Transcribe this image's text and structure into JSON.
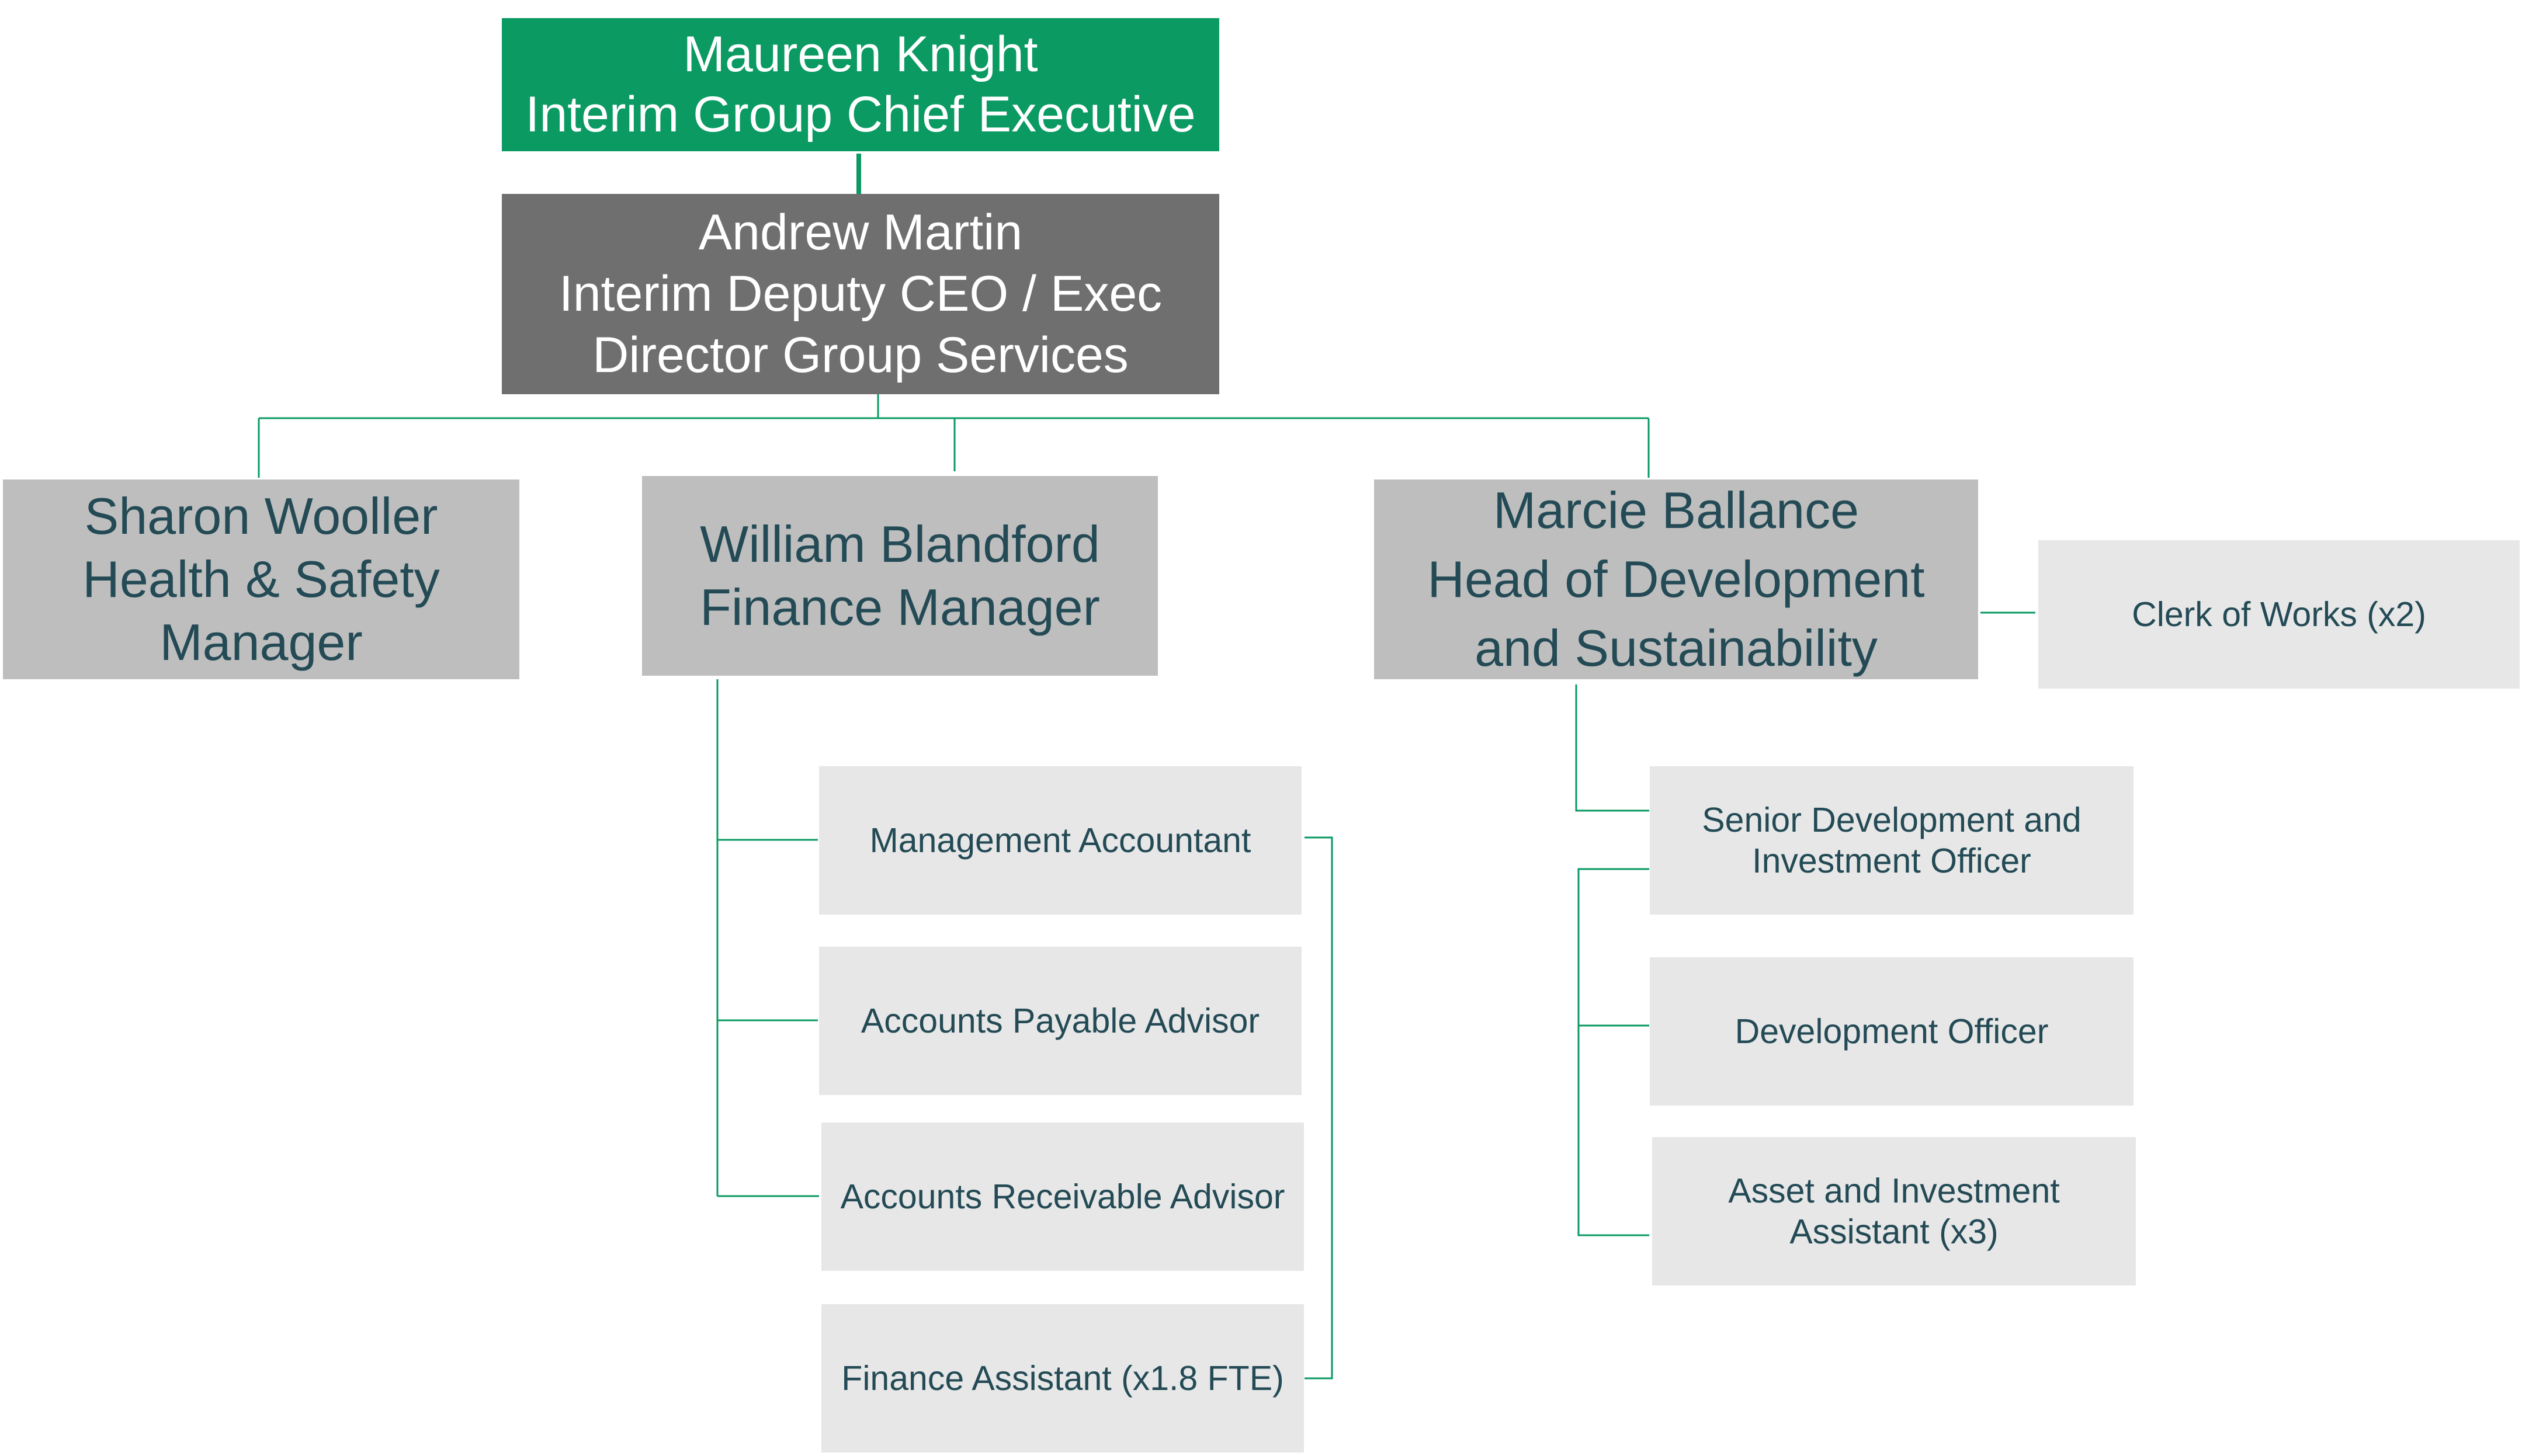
{
  "ceo": {
    "name": "Maureen Knight",
    "title": "Interim Group Chief Executive",
    "color": "#0a9a62"
  },
  "deputy": {
    "name": "Andrew Martin",
    "title_line1": "Interim Deputy CEO / Exec",
    "title_line2": "Director Group Services",
    "color": "#6f6f6f"
  },
  "managers": {
    "health_safety": {
      "name": "Sharon Wooller",
      "title_line1": "Health & Safety",
      "title_line2": "Manager"
    },
    "finance": {
      "name": "William Blandford",
      "title": "Finance Manager"
    },
    "development": {
      "name": "Marcie Ballance",
      "title_line1": "Head of Development",
      "title_line2": "and Sustainability"
    }
  },
  "finance_team": {
    "management_accountant": "Management Accountant",
    "accounts_payable": "Accounts Payable Advisor",
    "accounts_receivable": "Accounts Receivable Advisor",
    "finance_assistant": "Finance Assistant (x1.8 FTE)"
  },
  "development_team": {
    "clerk_of_works": "Clerk of Works (x2)",
    "senior_dev_line1": "Senior Development and",
    "senior_dev_line2": "Investment Officer",
    "development_officer": "Development Officer",
    "asset_line1": "Asset and Investment",
    "asset_line2": "Assistant (x3)"
  },
  "colors": {
    "connector": "#0a9a62",
    "manager_box": "#bebebe",
    "staff_box": "#e7e7e7",
    "text": "#234a55"
  }
}
